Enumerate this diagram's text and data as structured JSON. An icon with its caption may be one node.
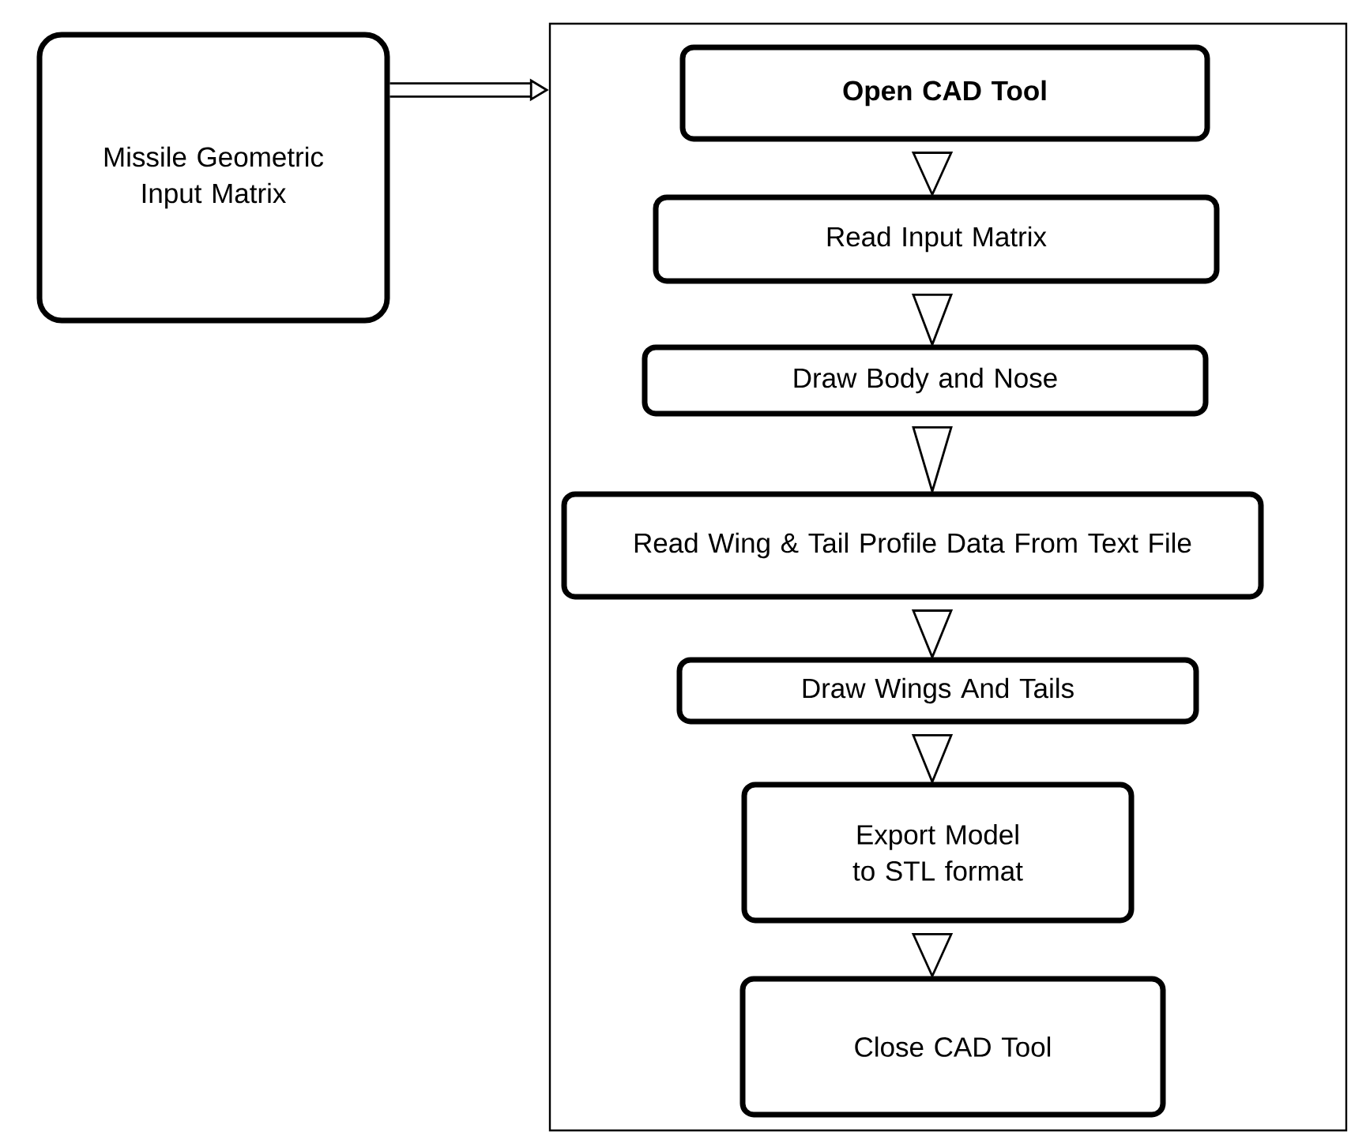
{
  "diagram": {
    "nodes": [
      {
        "text": [
          "Missile Geometric Input Matrix"
        ]
      },
      {
        "text": [],
        "shape": "box"
      },
      {
        "text": [
          "Open CAD Tool"
        ],
        "in": 1
      },
      {
        "text": [
          "Read Input Matrix"
        ],
        "in": 1
      },
      {
        "text": [
          "Draw Body and Nose"
        ],
        "in": 1
      },
      {
        "text": [
          "Read Wing & Tail Profile Data From Text File"
        ],
        "in": 1
      },
      {
        "text": [
          "Draw Wings And Tails"
        ],
        "in": 1
      },
      {
        "text": [
          "Export Model to STL format"
        ],
        "in": 1
      },
      {
        "text": [
          "Close CAD Tool"
        ],
        "in": 1
      }
    ],
    "edges": [
      {
        "from": 0,
        "to": 1,
        "arrow": "to"
      },
      {
        "from": 2,
        "to": 3,
        "arrow": "to"
      },
      {
        "from": 3,
        "to": 4,
        "arrow": "to"
      },
      {
        "from": 4,
        "to": 5,
        "arrow": "to"
      },
      {
        "from": 5,
        "to": 6,
        "arrow": "to"
      },
      {
        "from": 6,
        "to": 7,
        "arrow": "to"
      },
      {
        "from": 7,
        "to": 8,
        "arrow": "to"
      }
    ]
  }
}
